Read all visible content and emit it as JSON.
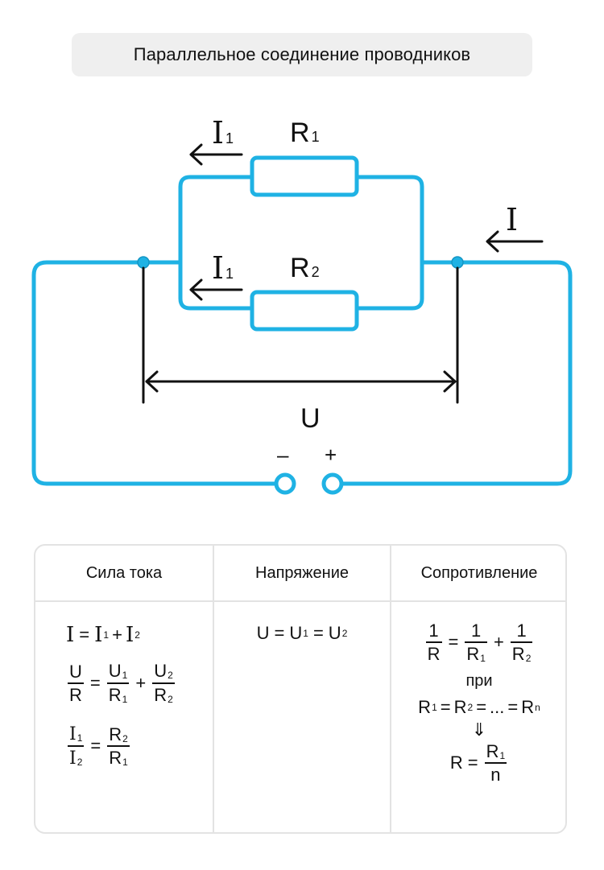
{
  "title": "Параллельное соединение проводников",
  "colors": {
    "wire": "#1fb2e4",
    "ink": "#111111",
    "pill": "#efefef",
    "border": "#e3e3e3"
  },
  "diagram": {
    "current_branch1": {
      "symbol": "I",
      "subscript": "1"
    },
    "resistor1": {
      "symbol": "R",
      "subscript": "1"
    },
    "current_branch2": {
      "symbol": "I",
      "subscript": "1"
    },
    "resistor2": {
      "symbol": "R",
      "subscript": "2"
    },
    "current_total": {
      "symbol": "I"
    },
    "voltage": {
      "symbol": "U"
    },
    "terminal_minus": "–",
    "terminal_plus": "+"
  },
  "table": {
    "headers": [
      "Сила тока",
      "Напряжение",
      "Сопротивление"
    ],
    "current": {
      "eq1": {
        "lhs": "I",
        "eq": "=",
        "a": "I",
        "a_sub": "1",
        "plus": "+",
        "b": "I",
        "b_sub": "2"
      },
      "eq2": {
        "lhs_num": "U",
        "lhs_den": "R",
        "eq": "=",
        "a_num": "U",
        "a_num_sub": "1",
        "a_den": "R",
        "a_den_sub": "1",
        "plus": "+",
        "b_num": "U",
        "b_num_sub": "2",
        "b_den": "R",
        "b_den_sub": "2"
      },
      "eq3": {
        "lhs_num": "I",
        "lhs_num_sub": "1",
        "lhs_den": "I",
        "lhs_den_sub": "2",
        "eq": "=",
        "rhs_num": "R",
        "rhs_num_sub": "2",
        "rhs_den": "R",
        "rhs_den_sub": "1"
      }
    },
    "voltage": {
      "eq1": {
        "a": "U",
        "eq1": "=",
        "b": "U",
        "b_sub": "1",
        "eq2": "=",
        "c": "U",
        "c_sub": "2"
      }
    },
    "resistance": {
      "eq1": {
        "lhs_num": "1",
        "lhs_den": "R",
        "eq": "=",
        "a_num": "1",
        "a_den": "R",
        "a_den_sub": "1",
        "plus": "+",
        "b_num": "1",
        "b_den": "R",
        "b_den_sub": "2"
      },
      "condition_word": "при",
      "eq2": {
        "a": "R",
        "a_sub": "1",
        "eq1": "=",
        "b": "R",
        "b_sub": "2",
        "eq2": "=",
        "dots": "...",
        "eq3": "=",
        "c": "R",
        "c_sub": "n"
      },
      "implies": "⇓",
      "eq3": {
        "lhs": "R",
        "eq": "=",
        "num": "R",
        "num_sub": "1",
        "den": "n"
      }
    }
  }
}
